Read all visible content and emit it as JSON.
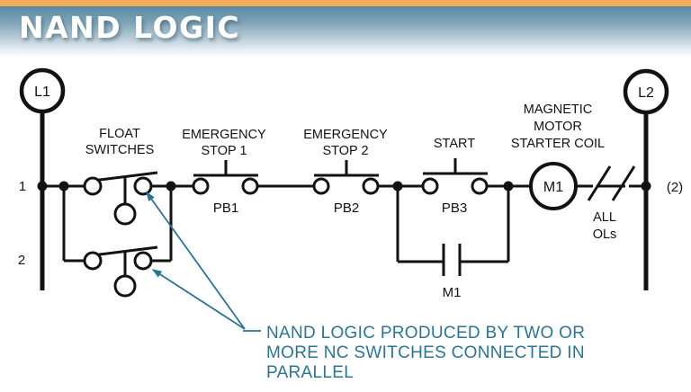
{
  "header": {
    "title": "NAND LOGIC",
    "accent_color": "#F1AB5B",
    "banner_top_color": "#578BA3"
  },
  "diagram": {
    "power_rails": {
      "left_terminal": "L1",
      "right_terminal": "L2",
      "rung1_number": "1",
      "rung2_number": "2",
      "wire_ref": "(2)"
    },
    "float_switches": {
      "label_line1": "FLOAT",
      "label_line2": "SWITCHES"
    },
    "emergency_stop_1": {
      "label_line1": "EMERGENCY",
      "label_line2": "STOP 1",
      "ref": "PB1"
    },
    "emergency_stop_2": {
      "label_line1": "EMERGENCY",
      "label_line2": "STOP 2",
      "ref": "PB2"
    },
    "start_button": {
      "label": "START",
      "ref": "PB3"
    },
    "starter_coil": {
      "label_line1": "MAGNETIC",
      "label_line2": "MOTOR",
      "label_line3": "STARTER COIL",
      "ref": "M1"
    },
    "overloads": {
      "label_line1": "ALL",
      "label_line2": "OLs"
    },
    "holding_contact": {
      "ref": "M1"
    },
    "annotation": {
      "color": "#2E7492",
      "line1": "NAND LOGIC PRODUCED BY TWO OR",
      "line2": "MORE NC SWITCHES CONNECTED IN",
      "line3": "PARALLEL"
    }
  }
}
